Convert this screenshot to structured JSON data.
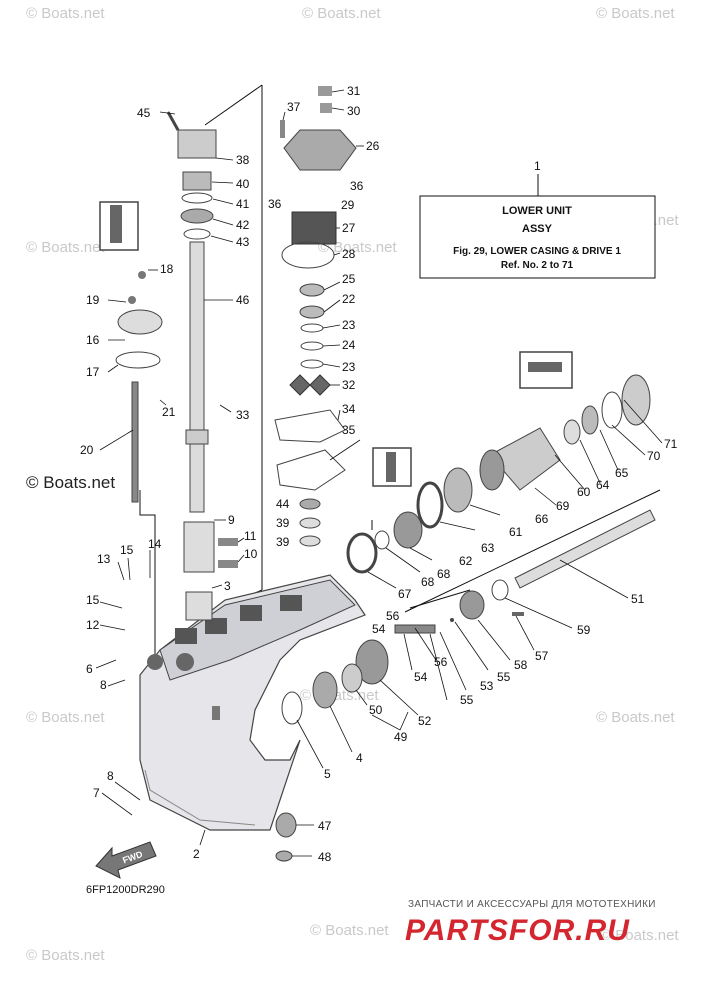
{
  "watermark": "© Boats.net",
  "ref_box": {
    "callout": "1",
    "title": "LOWER UNIT",
    "subtitle": "ASSY",
    "fig_line": "Fig. 29, LOWER CASING & DRIVE 1",
    "ref_line": "Ref. No. 2 to 71"
  },
  "diagram_code": "6FP1200DR290",
  "fwd_label": "FWD",
  "promo_text": "ЗАПЧАСТИ И АКСЕССУАРЫ ДЛЯ МОТОТЕХНИКИ",
  "brand_text": "PARTSFOR.RU",
  "callouts": {
    "c45": "45",
    "c38": "38",
    "c40": "40",
    "c41": "41",
    "c42": "42",
    "c43": "43",
    "c46": "46",
    "c18": "18",
    "c19": "19",
    "c16": "16",
    "c17": "17",
    "c21": "21",
    "c33": "33",
    "c20": "20",
    "c9": "9",
    "c11": "11",
    "c10": "10",
    "c3": "3",
    "c13": "13",
    "c15a": "15",
    "c14": "14",
    "c15b": "15",
    "c12": "12",
    "c6": "6",
    "c8a": "8",
    "c8b": "8",
    "c7": "7",
    "c2": "2",
    "c31": "31",
    "c30": "30",
    "c37": "37",
    "c26": "26",
    "c36a": "36",
    "c36b": "36",
    "c29": "29",
    "c27": "27",
    "c28": "28",
    "c25": "25",
    "c22": "22",
    "c23a": "23",
    "c24": "24",
    "c23b": "23",
    "c32": "32",
    "c34": "34",
    "c35": "35",
    "c44": "44",
    "c39a": "39",
    "c39b": "39",
    "c71": "71",
    "c70": "70",
    "c65": "65",
    "c64": "64",
    "c60": "60",
    "c69": "69",
    "c66": "66",
    "c61": "61",
    "c63": "63",
    "c62": "62",
    "c68": "68",
    "c67": "67",
    "c51": "51",
    "c59": "59",
    "c56a": "56",
    "c54a": "54",
    "c56b": "56",
    "c54b": "54",
    "c53": "53",
    "c55a": "55",
    "c55b": "55",
    "c58": "58",
    "c57": "57",
    "c52": "52",
    "c50": "50",
    "c49": "49",
    "c4": "4",
    "c5": "5",
    "c47": "47",
    "c48": "48"
  }
}
